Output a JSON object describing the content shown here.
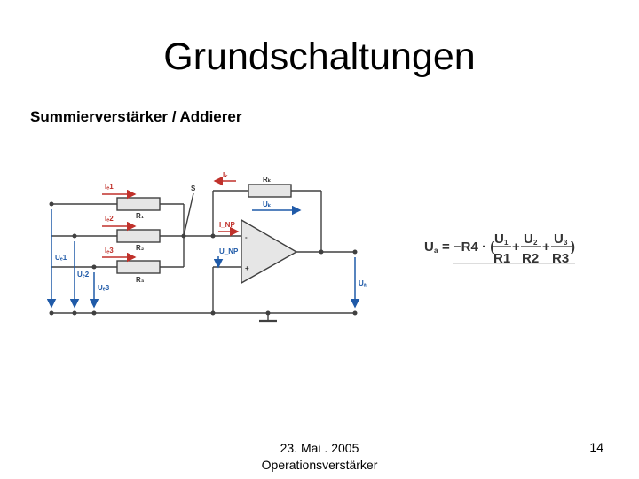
{
  "slide": {
    "title": "Grundschaltungen",
    "subtitle": "Summierverstärker / Addierer",
    "footer_date": "23. Mai . 2005",
    "footer_topic": "Operationsverstärker",
    "page_number": "14"
  },
  "circuit": {
    "labels": {
      "ie1": "Iₑ1",
      "ie2": "Iₑ2",
      "ie3": "Iₑ3",
      "ik": "Iₖ",
      "rk": "Rₖ",
      "uk": "Uₖ",
      "s": "S",
      "inp": "I_NP",
      "unp": "U_NP",
      "r1": "R₁",
      "r2": "R₂",
      "r3": "R₃",
      "ue1": "Uₑ1",
      "ue2": "Uₑ2",
      "ue3": "Uₑ3",
      "ua": "Uₐ",
      "minus": "-",
      "plus": "+"
    }
  },
  "formula": {
    "lhs": "U",
    "lhs_sub": "a",
    "eq": "= −R4 · (",
    "n1": "U",
    "n1_sub": "1",
    "d1": "R1",
    "n2": "U",
    "n2_sub": "2",
    "d2": "R2",
    "n3": "U",
    "n3_sub": "3",
    "d3": "R3",
    "plus1": "+",
    "plus2": "+",
    "close": ")"
  },
  "colors": {
    "wire": "#404040",
    "current_arrow": "#c0312b",
    "voltage_arrow": "#1f5aa8",
    "opamp_fill": "#e6e6e6",
    "resistor_fill": "#e6e6e6"
  }
}
